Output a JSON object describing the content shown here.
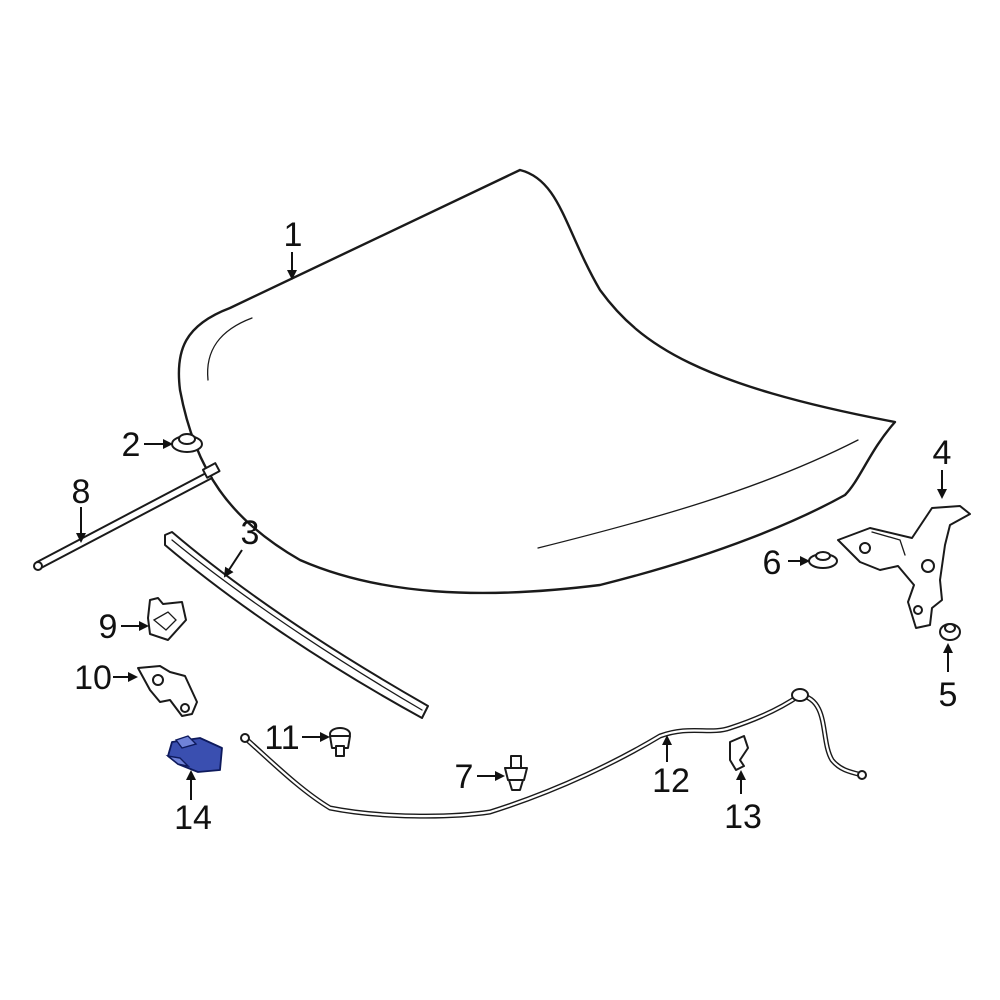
{
  "diagram": {
    "highlight_color": "#3a4fb0",
    "line_color": "#1a1a1a",
    "callouts": [
      {
        "id": "1",
        "label": "1"
      },
      {
        "id": "2",
        "label": "2"
      },
      {
        "id": "3",
        "label": "3"
      },
      {
        "id": "4",
        "label": "4"
      },
      {
        "id": "5",
        "label": "5"
      },
      {
        "id": "6",
        "label": "6"
      },
      {
        "id": "7",
        "label": "7"
      },
      {
        "id": "8",
        "label": "8"
      },
      {
        "id": "9",
        "label": "9"
      },
      {
        "id": "10",
        "label": "10"
      },
      {
        "id": "11",
        "label": "11"
      },
      {
        "id": "12",
        "label": "12"
      },
      {
        "id": "13",
        "label": "13"
      },
      {
        "id": "14",
        "label": "14"
      }
    ],
    "highlighted_part": "14"
  }
}
